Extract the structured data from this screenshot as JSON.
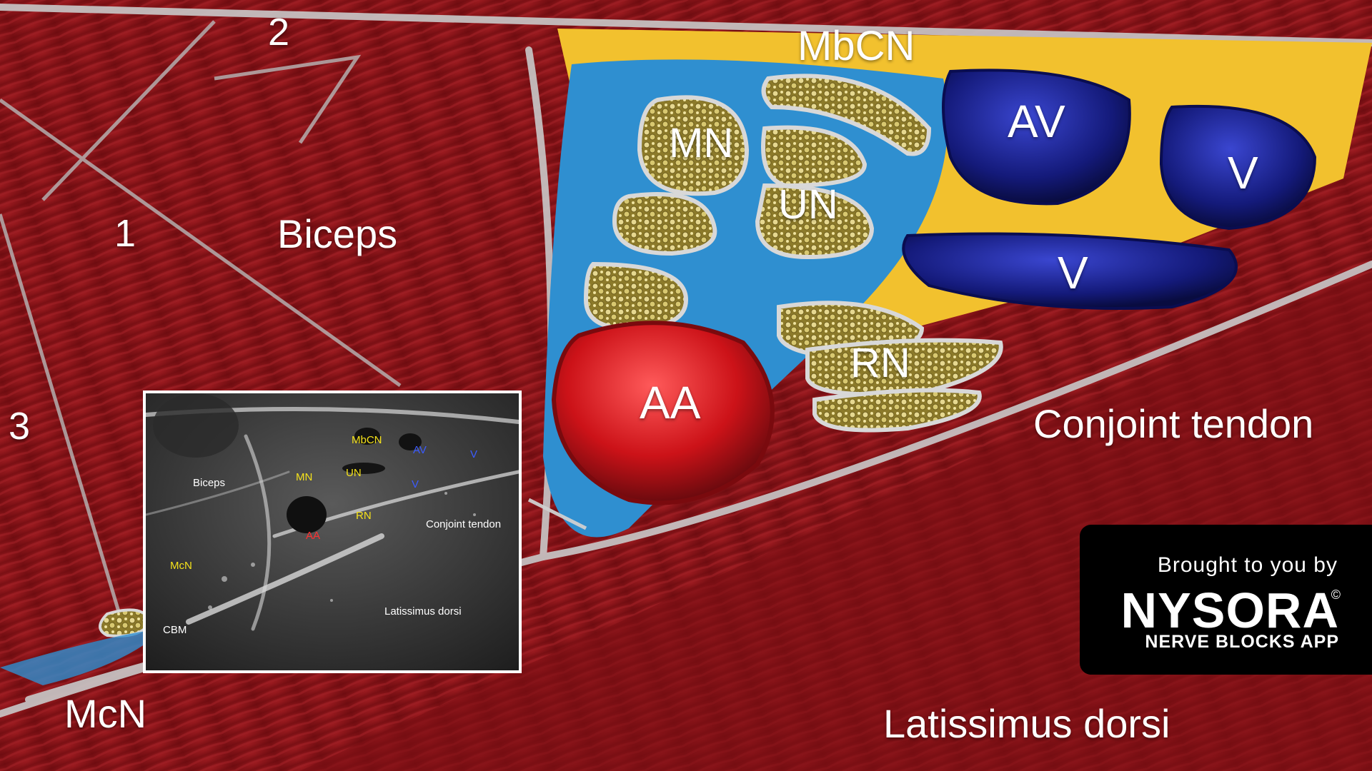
{
  "labels": {
    "n1": "1",
    "n2": "2",
    "n3": "3",
    "biceps": "Biceps",
    "mbcn": "MbCN",
    "mn": "MN",
    "un": "UN",
    "rn": "RN",
    "aa": "AA",
    "av": "AV",
    "v_upper": "V",
    "v_lower": "V",
    "conjoint_tendon": "Conjoint tendon",
    "latissimus_dorsi": "Latissimus dorsi",
    "mcn": "McN"
  },
  "ultrasound": {
    "biceps": "Biceps",
    "mbcn": "MbCN",
    "av": "AV",
    "v1": "V",
    "v2": "V",
    "mn": "MN",
    "un": "UN",
    "rn": "RN",
    "aa": "AA",
    "conjoint_tendon": "Conjoint tendon",
    "mcn": "McN",
    "latissimus_dorsi": "Latissimus dorsi",
    "cbm": "CBM"
  },
  "badge": {
    "tagline": "Brought to you by",
    "brand": "NYSORA",
    "registered": "©",
    "subtitle": "NERVE BLOCKS APP"
  },
  "colors": {
    "muscle": "#8c1419",
    "fat": "#f2c12e",
    "nerve": "#bfa94a",
    "artery": "#c8141c",
    "vein": "#1a1f8c",
    "fluid": "#2f8fd0",
    "label_yellow": "#f5e21a",
    "label_blue": "#3b5bff",
    "label_red": "#ff3030"
  }
}
